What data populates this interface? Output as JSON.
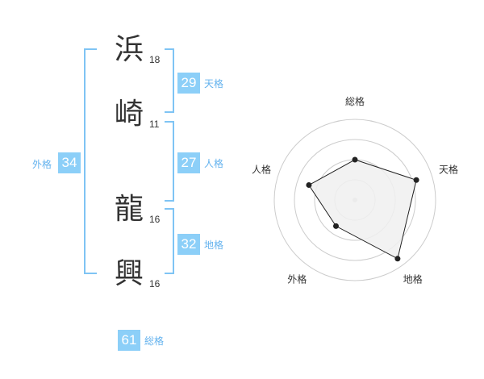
{
  "colors": {
    "badge": "#8ccff8",
    "label": "#63b2ee",
    "bracket": "#7fc4f4",
    "text": "#333333",
    "grid": "#cccccc",
    "polygon_fill": "#f0f0f0",
    "polygon_stroke": "#222222"
  },
  "name": {
    "chars": [
      {
        "char": "浜",
        "strokes": "18"
      },
      {
        "char": "崎",
        "strokes": "11"
      },
      {
        "char": "龍",
        "strokes": "16"
      },
      {
        "char": "興",
        "strokes": "16"
      }
    ]
  },
  "scores": {
    "tenkaku": {
      "value": "29",
      "label": "天格"
    },
    "jinkaku": {
      "value": "27",
      "label": "人格"
    },
    "chikaku": {
      "value": "32",
      "label": "地格"
    },
    "gaikaku": {
      "value": "34",
      "label": "外格"
    },
    "soukaku": {
      "value": "61",
      "label": "総格"
    }
  },
  "chart_data": {
    "type": "radar",
    "axes": [
      "総格",
      "天格",
      "地格",
      "外格",
      "人格"
    ],
    "values": [
      0.5,
      0.8,
      0.9,
      0.4,
      0.6
    ],
    "rings": 4,
    "range": [
      0,
      1
    ]
  }
}
